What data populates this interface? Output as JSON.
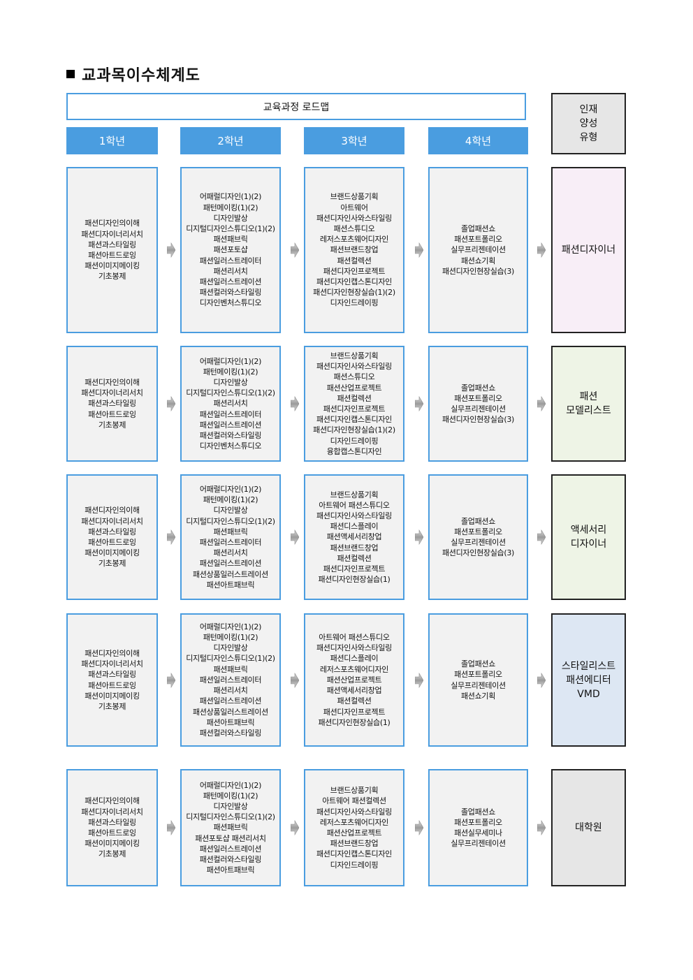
{
  "title": "교과목이수체계도",
  "roadmap_label": "교육과정 로드맵",
  "type_header": "인재\n양성\n유형",
  "years": [
    "1학년",
    "2학년",
    "3학년",
    "4학년"
  ],
  "colors": {
    "accent": "#4a9de0",
    "course_bg": "#f2f2f2",
    "type_designer": "#f8eef7",
    "type_modelist": "#eef4e6",
    "type_accessory": "#eef4e6",
    "type_stylist": "#dde7f3",
    "type_grad": "#e6e6e6"
  },
  "tracks": [
    {
      "type": "패션디자이너",
      "year1": [
        "패션디자인의이해",
        "패션디자이너리서치",
        "패션과스타일링",
        "패션아트드로잉",
        "패션이미지메이킹",
        "기초봉제"
      ],
      "year2": [
        "어패럴디자인(1)(2)",
        "패턴메이킹(1)(2)",
        "디자인발상",
        "디지털디자인스튜디오(1)(2)",
        "패션패브릭",
        "패션포토샵",
        "패션일러스트레이터",
        "패션리서치",
        "패션일러스트레이션",
        "패션컬러와스타일링",
        "디자인벤처스튜디오"
      ],
      "year3": [
        "브랜드상품기획",
        "아트웨어",
        "패션디자인사와스타일링",
        "패션스튜디오",
        "레저스포츠웨어디자인",
        "패션브랜드창업",
        "패션컬렉션",
        "패션디자인프로젝트",
        "패션디자인캡스톤디자인",
        "패션디자인현장실습(1)(2)",
        "디자인드레이핑"
      ],
      "year4": [
        "졸업패션쇼",
        "패션포트폴리오",
        "실무프리젠테이션",
        "패션쇼기획",
        "패션디자인현장실습(3)"
      ]
    },
    {
      "type": "패션\n모델리스트",
      "year1": [
        "패션디자인의이해",
        "패션디자이너리서치",
        "패션과스타일링",
        "패션아트드로잉",
        "기초봉제"
      ],
      "year2": [
        "어패럴디자인(1)(2)",
        "패턴메이킹(1)(2)",
        "디자인발상",
        "디지털디자인스튜디오(1)(2)",
        "패션리서치",
        "패션일러스트레이터",
        "패션일러스트레이션",
        "패션컬러와스타일링",
        "디자인벤처스튜디오"
      ],
      "year3": [
        "브랜드상품기획",
        "패션디자인사와스타일링",
        "패션스튜디오",
        "패션산업프로젝트",
        "패션컬렉션",
        "패션디자인프로젝트",
        "패션디자인캡스톤디자인",
        "패션디자인현장실습(1)(2)",
        "디자인드레이핑",
        "융합캡스톤디자인"
      ],
      "year4": [
        "졸업패션쇼",
        "패션포트폴리오",
        "실무프리젠테이션",
        "패션디자인현장실습(3)"
      ]
    },
    {
      "type": "액세서리\n디자이너",
      "year1": [
        "패션디자인의이해",
        "패션디자이너리서치",
        "패션과스타일링",
        "패션아트드로잉",
        "패션이미지메이킹",
        "기초봉제"
      ],
      "year2": [
        "어패럴디자인(1)(2)",
        "패턴메이킹(1)(2)",
        "디자인발상",
        "디지털디자인스튜디오(1)(2)",
        "패션패브릭",
        "패션일러스트레이터",
        "패션리서치",
        "패션일러스트레이션",
        "패션상품일러스트레이션",
        "패션아트패브릭"
      ],
      "year3": [
        "브랜드상품기획",
        "아트웨어 패션스튜디오",
        "패션디자인사와스타일링",
        "패션디스플레이",
        "패션액세서리창업",
        "패션브랜드창업",
        "패션컬렉션",
        "패션디자인프로젝트",
        "패션디자인현장실습(1)"
      ],
      "year4": [
        "졸업패션쇼",
        "패션포트폴리오",
        "실무프리젠테이션",
        "패션디자인현장실습(3)"
      ]
    },
    {
      "type": "스타일리스트\n패션에디터\nVMD",
      "year1": [
        "패션디자인의이해",
        "패션디자이너리서치",
        "패션과스타일링",
        "패션아트드로잉",
        "패션이미지메이킹",
        "기초봉제"
      ],
      "year2": [
        "어패럴디자인(1)(2)",
        "패턴메이킹(1)(2)",
        "디자인발상",
        "디지털디자인스튜디오(1)(2)",
        "패션패브릭",
        "패션일러스트레이터",
        "패션리서치",
        "패션일러스트레이션",
        "패션상품일러스트레이션",
        "패션아트패브릭",
        "패션컬러와스타일링"
      ],
      "year3": [
        "아트웨어 패션스튜디오",
        "패션디자인사와스타일링",
        "패션디스플레이",
        "레저스포츠웨어디자인",
        "패션산업프로젝트",
        "패션액세서리창업",
        "패션컬렉션",
        "패션디자인프로젝트",
        "패션디자인현장실습(1)"
      ],
      "year4": [
        "졸업패션쇼",
        "패션포트폴리오",
        "실무프리젠테이션",
        "패션쇼기획"
      ]
    },
    {
      "type": "대학원",
      "year1": [
        "패션디자인의이해",
        "패션디자이너리서치",
        "패션과스타일링",
        "패션아트드로잉",
        "패션이미지메이킹",
        "기초봉제"
      ],
      "year2": [
        "어패럴디자인(1)(2)",
        "패턴메이킹(1)(2)",
        "디자인발상",
        "디지털디자인스튜디오(1)(2)",
        "패션패브릭",
        "패션포토샵 패션리서치",
        "패션일러스트레이션",
        "패션컬러와스타일링",
        "패션아트패브릭"
      ],
      "year3": [
        "브랜드상품기획",
        "아트웨어 패션컬렉션",
        "패션디자인사와스타일링",
        "레저스포츠웨어디자인",
        "패션산업프로젝트",
        "패션브랜드창업",
        "패션디자인캡스톤디자인",
        "디자인드레이핑"
      ],
      "year4": [
        "졸업패션쇼",
        "패션포트폴리오",
        "패션실무세미나",
        "실무프리젠테이션"
      ]
    }
  ]
}
